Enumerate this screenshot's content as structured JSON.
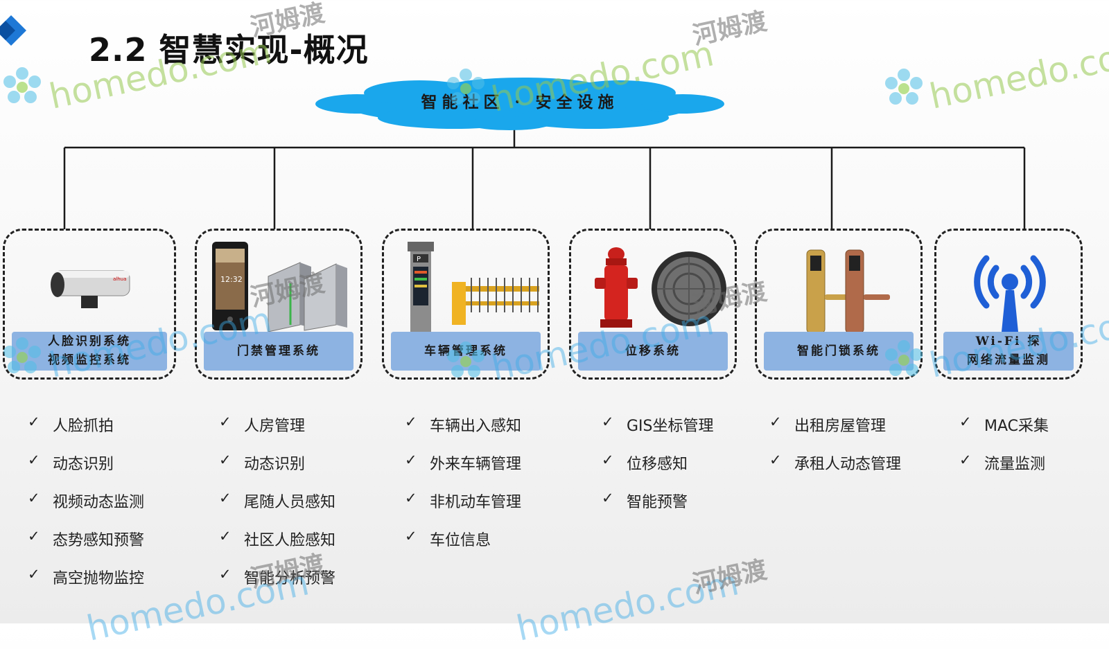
{
  "header": {
    "title": "2.2  智慧实现-概况"
  },
  "hub": {
    "label": "智能社区 · 安全设施"
  },
  "colors": {
    "accent_blue": "#8db3e2",
    "cloud": "#1aa7ec",
    "diamond": "#1e78d6"
  },
  "modules": [
    {
      "label": "人脸识别系统\n视频监控系统",
      "icons": [
        "bullet-camera-icon"
      ],
      "features": [
        "人脸抓拍",
        "动态识别",
        "视频动态监测",
        "态势感知预警",
        "高空抛物监控"
      ]
    },
    {
      "label": "门禁管理系统",
      "icons": [
        "face-terminal-icon",
        "turnstile-gate-icon"
      ],
      "features": [
        "人房管理",
        "动态识别",
        "尾随人员感知",
        "社区人脸感知",
        "智能分析预警"
      ]
    },
    {
      "label": "车辆管理系统",
      "icons": [
        "parking-kiosk-icon",
        "barrier-gate-icon"
      ],
      "features": [
        "车辆出入感知",
        "外来车辆管理",
        "非机动车管理",
        "车位信息"
      ]
    },
    {
      "label": "位移系统",
      "icons": [
        "fire-hydrant-icon",
        "manhole-cover-icon"
      ],
      "features": [
        "GIS坐标管理",
        "位移感知",
        "智能预警"
      ]
    },
    {
      "label": "智能门锁系统",
      "icons": [
        "smart-door-lock-icon"
      ],
      "features": [
        "出租房屋管理",
        "承租人动态管理"
      ]
    },
    {
      "label": "Wi-Fi 探 \n网络流量监测",
      "icons": [
        "wifi-antenna-icon"
      ],
      "features": [
        "MAC采集",
        "流量监测"
      ]
    }
  ],
  "check_glyph": "✓",
  "watermarks": {
    "domain": "homedo.com",
    "cn": "河姆渡"
  }
}
